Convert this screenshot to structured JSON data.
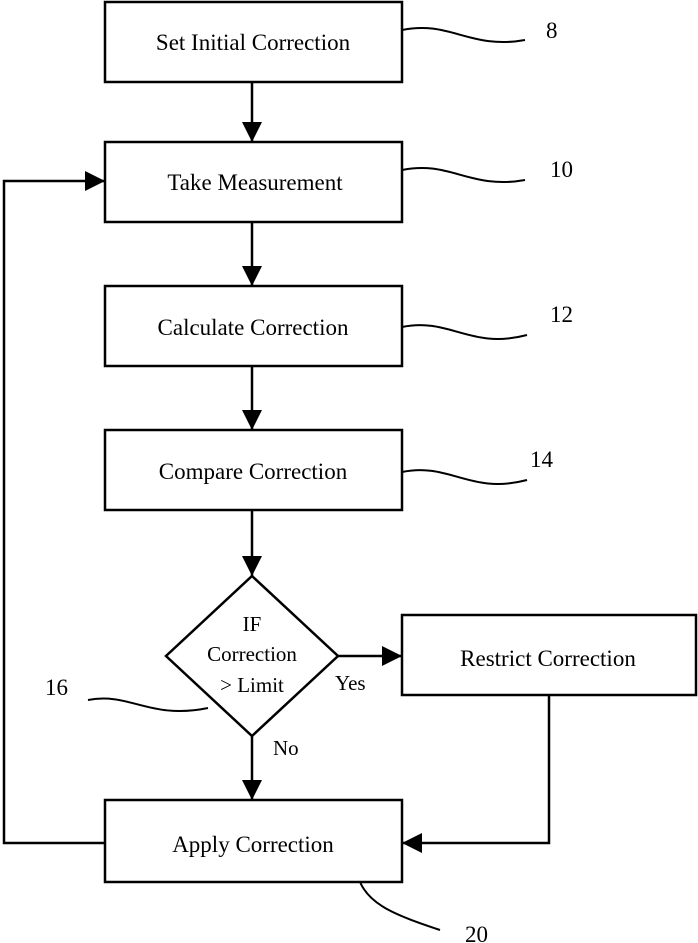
{
  "steps": {
    "set_initial": {
      "label": "Set Initial Correction",
      "ref": "8"
    },
    "take_measurement": {
      "label": "Take Measurement",
      "ref": "10"
    },
    "calculate": {
      "label": "Calculate Correction",
      "ref": "12"
    },
    "compare": {
      "label": "Compare Correction",
      "ref": "14"
    },
    "decision": {
      "line1": "IF",
      "line2": "Correction",
      "line3": "> Limit",
      "ref": "16"
    },
    "restrict": {
      "label": "Restrict Correction"
    },
    "apply": {
      "label": "Apply Correction",
      "ref": "20"
    }
  },
  "branches": {
    "yes": "Yes",
    "no": "No"
  }
}
